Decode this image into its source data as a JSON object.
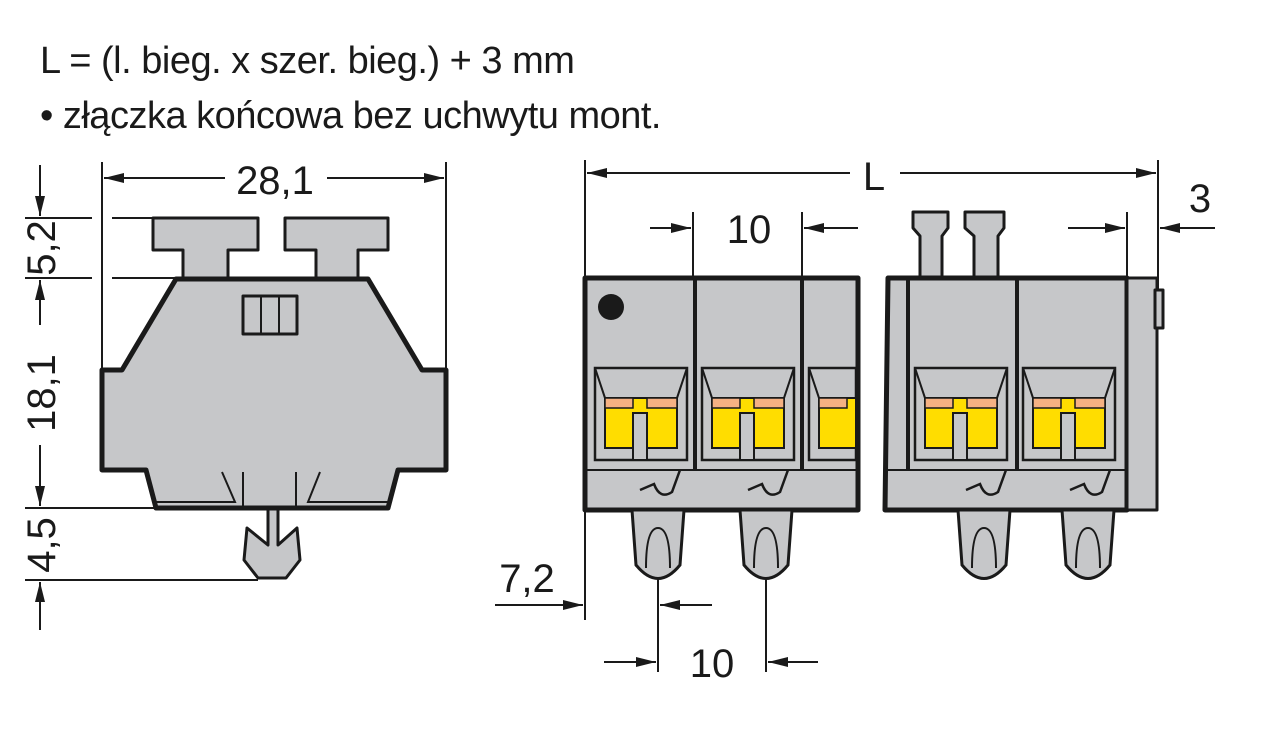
{
  "header": {
    "line1": "L = (l. bieg. x szer. bieg.) + 3 mm",
    "line2": "• złączka końcowa bez uchwytu mont."
  },
  "side_view": {
    "width_dim": "28,1",
    "top_dim": "5,2",
    "body_dim": "18,1",
    "foot_dim": "4,5"
  },
  "front_view": {
    "length_dim": "L",
    "pitch_top_dim": "10",
    "end_plate_dim": "3",
    "offset_dim": "7,2",
    "pitch_bottom_dim": "10"
  },
  "colors": {
    "housing": "#c6c7c9",
    "clamp": "#ffdd00",
    "spring": "#f5b183",
    "line": "#1a1a1a"
  }
}
